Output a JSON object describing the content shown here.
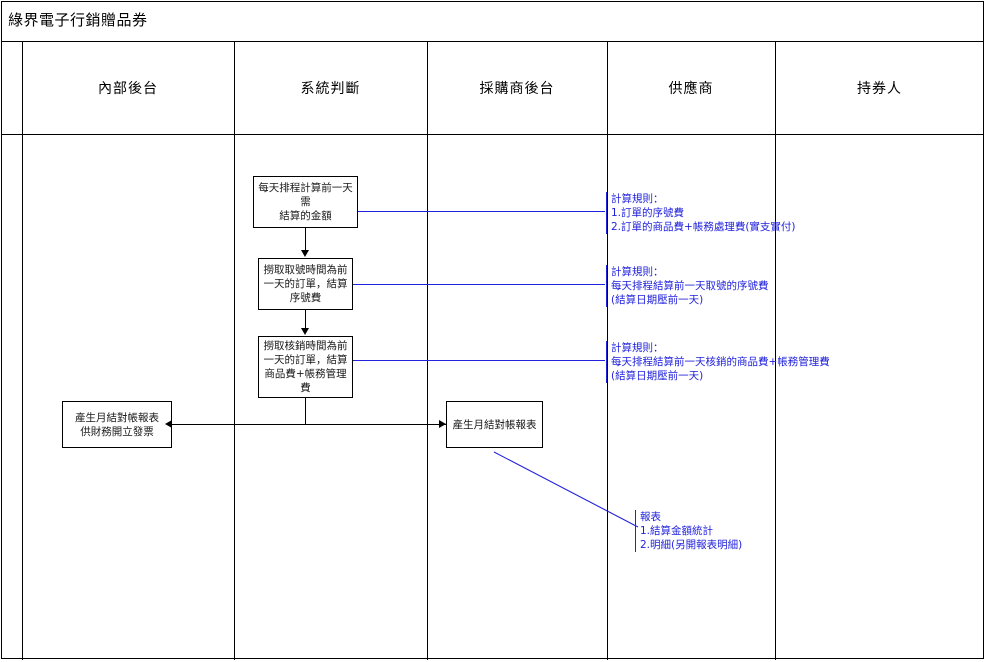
{
  "diagram": {
    "title": "綠界電子行銷贈品券",
    "lanes": [
      {
        "id": "spacer",
        "label": ""
      },
      {
        "id": "internal-backend",
        "label": "內部後台"
      },
      {
        "id": "system-judgement",
        "label": "系統判斷"
      },
      {
        "id": "buyer-backend",
        "label": "採購商後台"
      },
      {
        "id": "supplier",
        "label": "供應商"
      },
      {
        "id": "coupon-holder",
        "label": "持券人"
      }
    ],
    "nodes": [
      {
        "id": "node-daily-amount",
        "lane": "system-judgement",
        "lines": [
          "每天排程計算前一天需",
          "結算的金額"
        ]
      },
      {
        "id": "node-serial-fee",
        "lane": "system-judgement",
        "lines": [
          "撈取取號時間為前",
          "一天的訂單，結算",
          "序號費"
        ]
      },
      {
        "id": "node-product-fee",
        "lane": "system-judgement",
        "lines": [
          "撈取核銷時間為前",
          "一天的訂單，結算",
          "商品費+帳務管理",
          "費"
        ]
      },
      {
        "id": "node-monthly-report-finance",
        "lane": "internal-backend",
        "lines": [
          "產生月結對帳報表",
          "供財務開立發票"
        ]
      },
      {
        "id": "node-monthly-report",
        "lane": "buyer-backend",
        "lines": [
          "產生月結對帳報表"
        ]
      }
    ],
    "notes": [
      {
        "id": "note-calc-rule-1",
        "lane": "supplier",
        "lines": [
          "計算規則：",
          "1.訂單的序號費",
          "2.訂單的商品費+帳務處理費(實支實付)"
        ]
      },
      {
        "id": "note-calc-rule-2",
        "lane": "supplier",
        "lines": [
          "計算規則：",
          "每天排程結算前一天取號的序號費",
          "(結算日期壓前一天)"
        ]
      },
      {
        "id": "note-calc-rule-3",
        "lane": "supplier",
        "lines": [
          "計算規則：",
          "每天排程結算前一天核銷的商品費+帳務管理費",
          "(結算日期壓前一天)"
        ]
      },
      {
        "id": "note-report-content",
        "lane": "supplier",
        "lines": [
          "報表",
          "1.結算金額統計",
          "2.明細(另開報表明細)"
        ]
      }
    ],
    "colors": {
      "note_blue": "#2222dd",
      "line_black": "#000000",
      "background": "#ffffff"
    }
  }
}
